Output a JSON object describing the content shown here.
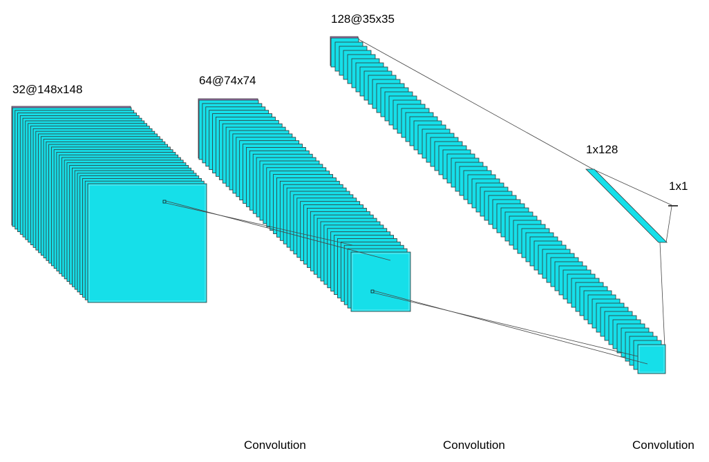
{
  "colors": {
    "layer_fill": "#16dfe9",
    "layer_back": "#a77bbe",
    "layer_stroke": "#333333",
    "connector": "#444444",
    "background": "#ffffff"
  },
  "layers": [
    {
      "id": "conv1",
      "label": "32@148x148",
      "channels": 32,
      "size": 148
    },
    {
      "id": "conv2",
      "label": "64@74x74",
      "channels": 64,
      "size": 74
    },
    {
      "id": "conv3",
      "label": "128@35x35",
      "channels": 128,
      "size": 35
    },
    {
      "id": "dense",
      "label": "1x128",
      "units": 128
    },
    {
      "id": "output",
      "label": "1x1",
      "units": 1
    }
  ],
  "operations": [
    {
      "id": "op1",
      "label": "Convolution"
    },
    {
      "id": "op2",
      "label": "Convolution"
    },
    {
      "id": "op3",
      "label": "Convolution"
    }
  ]
}
